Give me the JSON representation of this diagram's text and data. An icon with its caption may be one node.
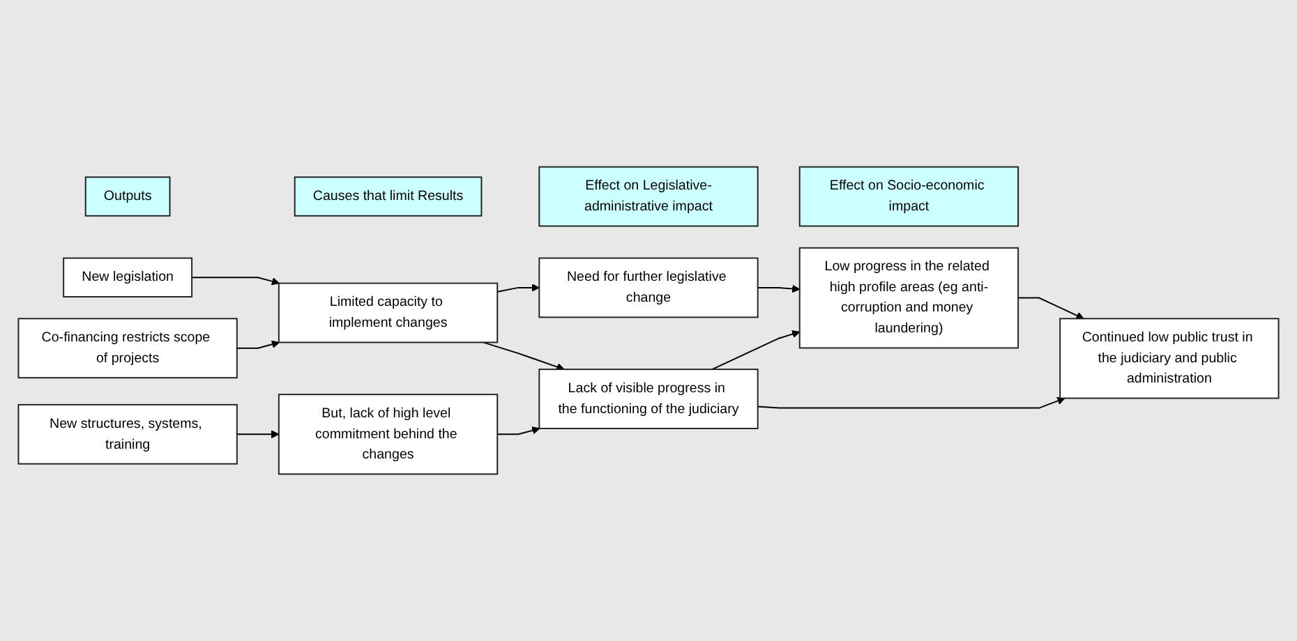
{
  "diagram": {
    "nodes": [
      {
        "text": [
          "Outputs"
        ]
      },
      {
        "text": [
          "Causes that limit Results"
        ]
      },
      {
        "text": [
          "Effect on Legislative-administrative impact"
        ]
      },
      {
        "text": [
          "Effect on Socio-economic impact"
        ]
      },
      {
        "text": [
          "New legislation"
        ]
      },
      {
        "text": [
          "Co-financing restricts scope of projects"
        ]
      },
      {
        "text": [
          "New structures, systems, training"
        ]
      },
      {
        "text": [
          "Limited capacity to implement changes"
        ]
      },
      {
        "text": [
          "But, lack of high level commitment behind the changes"
        ]
      },
      {
        "text": [
          "Need for further legislative change"
        ]
      },
      {
        "text": [
          "Lack of visible progress in the functioning of the judiciary"
        ]
      },
      {
        "text": [
          "Low progress in the related high profile areas (eg anti-corruption and money laundering)"
        ]
      },
      {
        "text": [
          "Continued low public trust in the judiciary and public administration"
        ]
      }
    ],
    "edges": [
      {
        "from": 4,
        "to": 7,
        "arrow": "to"
      },
      {
        "from": 5,
        "to": 7,
        "arrow": "to"
      },
      {
        "from": 6,
        "to": 8,
        "arrow": "to"
      },
      {
        "from": 7,
        "to": 9,
        "arrow": "to"
      },
      {
        "from": 7,
        "to": 10,
        "arrow": "to"
      },
      {
        "from": 8,
        "to": 10,
        "arrow": "to"
      },
      {
        "from": 9,
        "to": 11,
        "arrow": "to"
      },
      {
        "from": 10,
        "to": 11,
        "arrow": "to"
      },
      {
        "from": 10,
        "to": 12,
        "arrow": "to"
      },
      {
        "from": 11,
        "to": 12,
        "arrow": "to"
      }
    ]
  }
}
